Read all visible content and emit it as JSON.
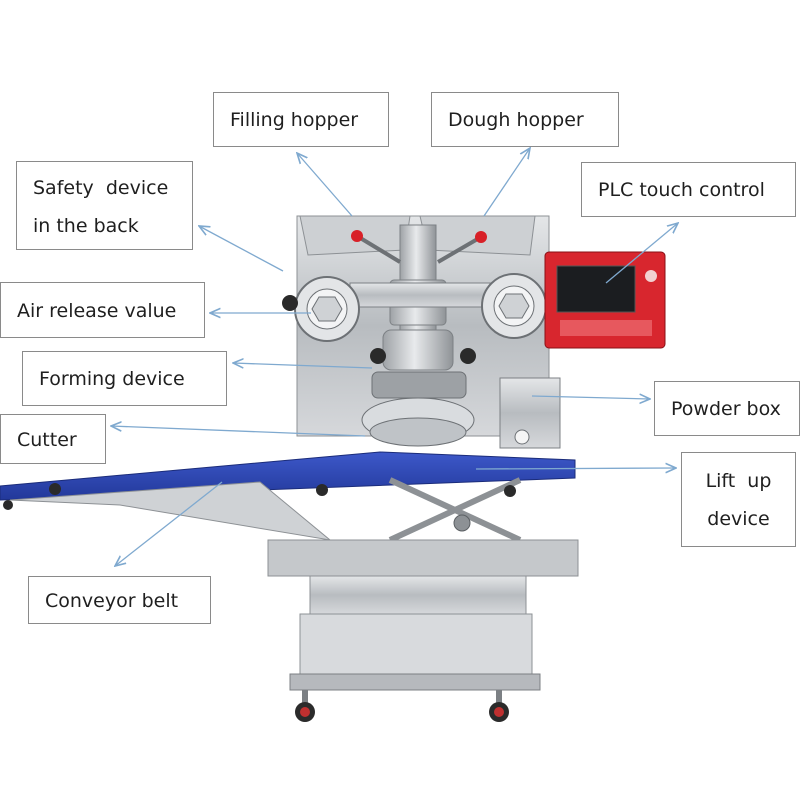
{
  "labels": {
    "filling_hopper": "Filling hopper",
    "dough_hopper": "Dough hopper",
    "safety_device_line1": "Safety  device",
    "safety_device_line2": "in the back",
    "plc_touch_control": "PLC touch control",
    "air_release_value": "Air release value",
    "forming_device": "Forming device",
    "powder_box": "Powder box",
    "cutter": "Cutter",
    "lift_up_line1": "Lift  up",
    "lift_up_line2": "device",
    "conveyor_belt": "Conveyor belt"
  },
  "colors": {
    "arrow": "#7fa9cf",
    "conveyor_belt": "#2f49b8",
    "steel": "#c9ccd0",
    "control_panel": "#d8262e",
    "knob": "#d82027"
  }
}
